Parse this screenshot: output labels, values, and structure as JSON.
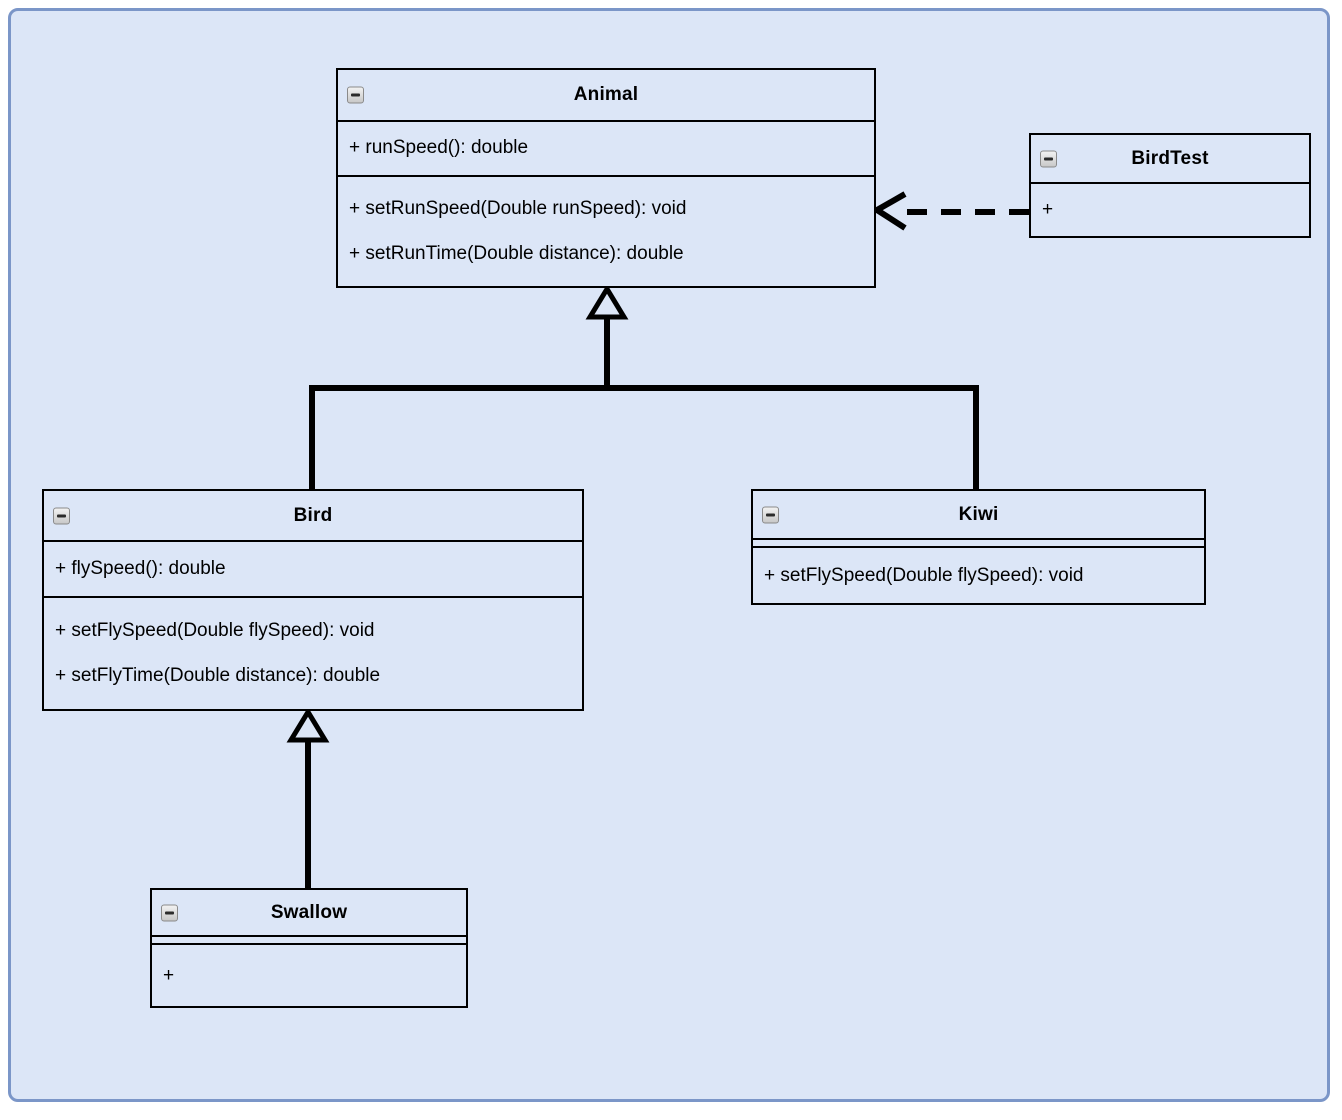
{
  "diagram": {
    "type": "uml-class-diagram",
    "colors": {
      "frame_border": "#7b96c8",
      "frame_fill": "#dce6f7",
      "class_fill": "#dce6f7",
      "class_border": "#000000",
      "text": "#000000",
      "connector": "#000000"
    },
    "classes": [
      {
        "id": "animal",
        "name": "Animal",
        "collapse_icon": "minus-box-icon",
        "attributes": [
          "+ runSpeed(): double"
        ],
        "methods": [
          "+ setRunSpeed(Double runSpeed): void",
          "+ setRunTime(Double distance): double"
        ]
      },
      {
        "id": "birdtest",
        "name": "BirdTest",
        "collapse_icon": "minus-box-icon",
        "attributes": [],
        "methods": [
          "+"
        ]
      },
      {
        "id": "bird",
        "name": "Bird",
        "collapse_icon": "minus-box-icon",
        "attributes": [
          "+ flySpeed(): double"
        ],
        "methods": [
          "+ setFlySpeed(Double flySpeed): void",
          "+ setFlyTime(Double distance): double"
        ]
      },
      {
        "id": "kiwi",
        "name": "Kiwi",
        "collapse_icon": "minus-box-icon",
        "attributes": [],
        "methods": [
          "+ setFlySpeed(Double flySpeed): void"
        ]
      },
      {
        "id": "swallow",
        "name": "Swallow",
        "collapse_icon": "minus-box-icon",
        "attributes": [],
        "methods": [
          "+"
        ]
      }
    ],
    "relationships": [
      {
        "id": "bird-animal",
        "type": "generalization",
        "from": "Bird",
        "to": "Animal",
        "style": "solid",
        "arrowhead": "hollow-triangle"
      },
      {
        "id": "kiwi-animal",
        "type": "generalization",
        "from": "Kiwi",
        "to": "Animal",
        "style": "solid",
        "arrowhead": "hollow-triangle"
      },
      {
        "id": "swallow-bird",
        "type": "generalization",
        "from": "Swallow",
        "to": "Bird",
        "style": "solid",
        "arrowhead": "hollow-triangle"
      },
      {
        "id": "birdtest-animal",
        "type": "dependency",
        "from": "BirdTest",
        "to": "Animal",
        "style": "dashed",
        "arrowhead": "open-arrow"
      }
    ]
  }
}
